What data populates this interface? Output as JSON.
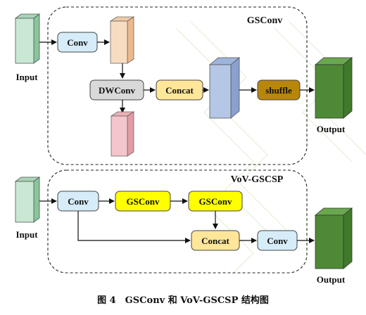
{
  "gsconv_block": {
    "title": "GSConv",
    "input_label": "Input",
    "output_label": "Output",
    "conv_label": "Conv",
    "dwconv_label": "DWConv",
    "concat_label": "Concat",
    "shuffle_label": "shuffle"
  },
  "vov_block": {
    "title": "VoV-GSCSP",
    "input_label": "Input",
    "output_label": "Output",
    "conv_label": "Conv",
    "gsconv1_label": "GSConv",
    "gsconv2_label": "GSConv",
    "concat_label": "Concat",
    "conv2_label": "Conv"
  },
  "caption": "图 4　GSConv 和 VoV-GSCSP 结构图",
  "colors": {
    "conv_fill": "#d6ecf8",
    "dwconv_fill": "#d9d9d9",
    "concat_fill": "#ffe699",
    "shuffle_fill": "#b8860b",
    "gsconv_fill": "#ffff00",
    "output_fill": "#4e8a35",
    "input_fill": "#c9e8d4",
    "conv_out_fill": "#f8dcc2",
    "dw_out_fill": "#f4c5cb",
    "concat_out_fill": "#b4c7e7"
  }
}
